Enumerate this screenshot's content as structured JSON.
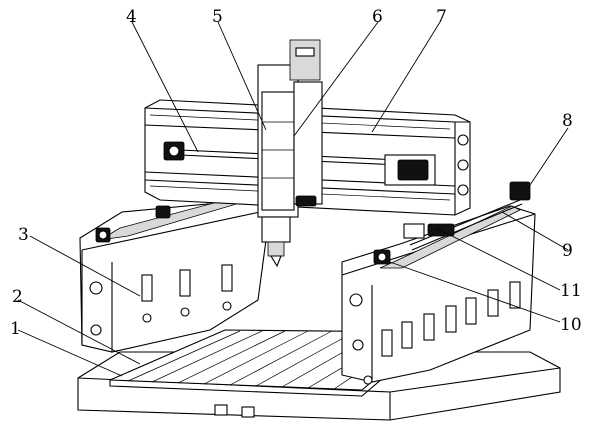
{
  "figure": {
    "callouts": [
      {
        "id": "c1",
        "text": "1"
      },
      {
        "id": "c2",
        "text": "2"
      },
      {
        "id": "c3",
        "text": "3"
      },
      {
        "id": "c4",
        "text": "4"
      },
      {
        "id": "c5",
        "text": "5"
      },
      {
        "id": "c6",
        "text": "6"
      },
      {
        "id": "c7",
        "text": "7"
      },
      {
        "id": "c8",
        "text": "8"
      },
      {
        "id": "c9",
        "text": "9"
      },
      {
        "id": "c10",
        "text": "10"
      },
      {
        "id": "c11",
        "text": "11"
      }
    ]
  }
}
